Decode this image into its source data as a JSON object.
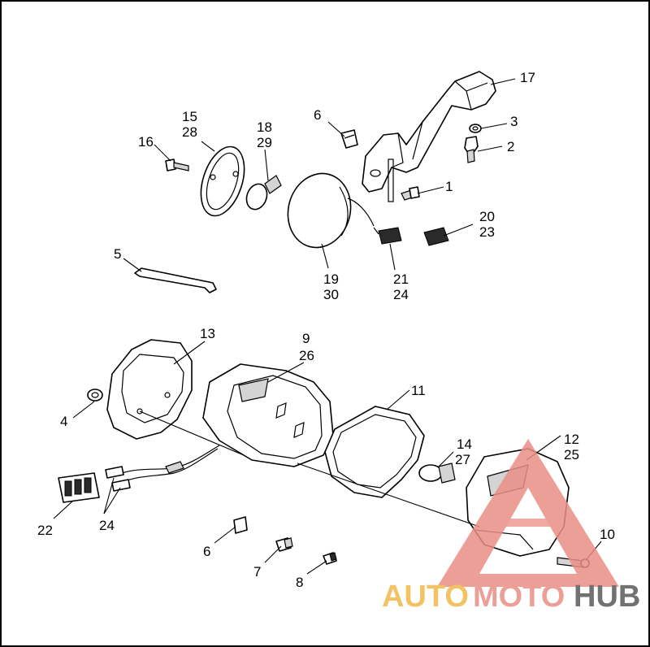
{
  "callouts": [
    {
      "id": "c1",
      "text": "1"
    },
    {
      "id": "c2",
      "text": "2"
    },
    {
      "id": "c3",
      "text": "3"
    },
    {
      "id": "c4",
      "text": "4"
    },
    {
      "id": "c5",
      "text": "5"
    },
    {
      "id": "c6a",
      "text": "6"
    },
    {
      "id": "c6b",
      "text": "6"
    },
    {
      "id": "c7",
      "text": "7"
    },
    {
      "id": "c8",
      "text": "8"
    },
    {
      "id": "c9",
      "text": "9"
    },
    {
      "id": "c26",
      "text": "26"
    },
    {
      "id": "c10",
      "text": "10"
    },
    {
      "id": "c11",
      "text": "11"
    },
    {
      "id": "c12",
      "text": "12"
    },
    {
      "id": "c25",
      "text": "25"
    },
    {
      "id": "c13",
      "text": "13"
    },
    {
      "id": "c14",
      "text": "14"
    },
    {
      "id": "c27",
      "text": "27"
    },
    {
      "id": "c15",
      "text": "15"
    },
    {
      "id": "c28",
      "text": "28"
    },
    {
      "id": "c16",
      "text": "16"
    },
    {
      "id": "c17",
      "text": "17"
    },
    {
      "id": "c18",
      "text": "18"
    },
    {
      "id": "c29",
      "text": "29"
    },
    {
      "id": "c19",
      "text": "19"
    },
    {
      "id": "c30",
      "text": "30"
    },
    {
      "id": "c20",
      "text": "20"
    },
    {
      "id": "c23",
      "text": "23"
    },
    {
      "id": "c21",
      "text": "21"
    },
    {
      "id": "c24a",
      "text": "24"
    },
    {
      "id": "c22",
      "text": "22"
    },
    {
      "id": "c24b",
      "text": "24"
    }
  ],
  "watermark": {
    "part1": "AUTO",
    "part2": "MOTO",
    "part3": "HUB",
    "color_auto": "#f0b84a",
    "color_moto": "#e98f86",
    "color_hub": "#5a5a5a",
    "triangle_color": "#e98f86"
  }
}
